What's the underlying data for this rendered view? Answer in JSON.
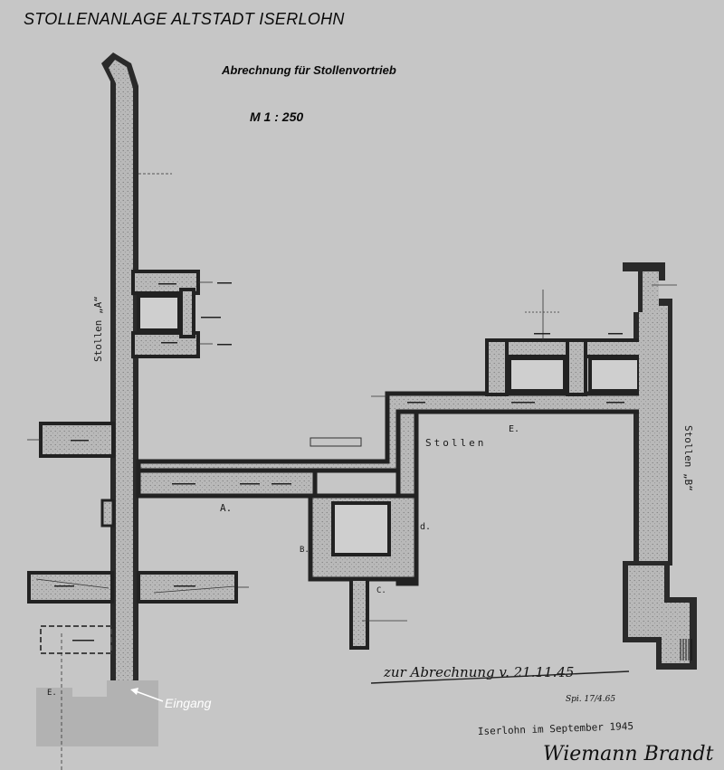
{
  "header": {
    "title": "STOLLENANLAGE  ALTSTADT ISERLOHN",
    "subtitle": "Abrechnung für Stollenvortrieb",
    "scale": "M  1 : 250"
  },
  "plan": {
    "tunnel_a_label": "Stollen „A“",
    "tunnel_b_label": "Stollen „B“",
    "middle_tunnel_label": "Stollen",
    "section_labels": [
      "A.",
      "B.",
      "C.",
      "d.",
      "E.",
      "E."
    ],
    "entrance_label": "Eingang",
    "annotation": "zur Abrechnung v. 21.11.45",
    "annotation_initials": "Spi. 17/4.65",
    "place_date": "Iserlohn im September 1945",
    "signature": "Wiemann Brandt"
  }
}
